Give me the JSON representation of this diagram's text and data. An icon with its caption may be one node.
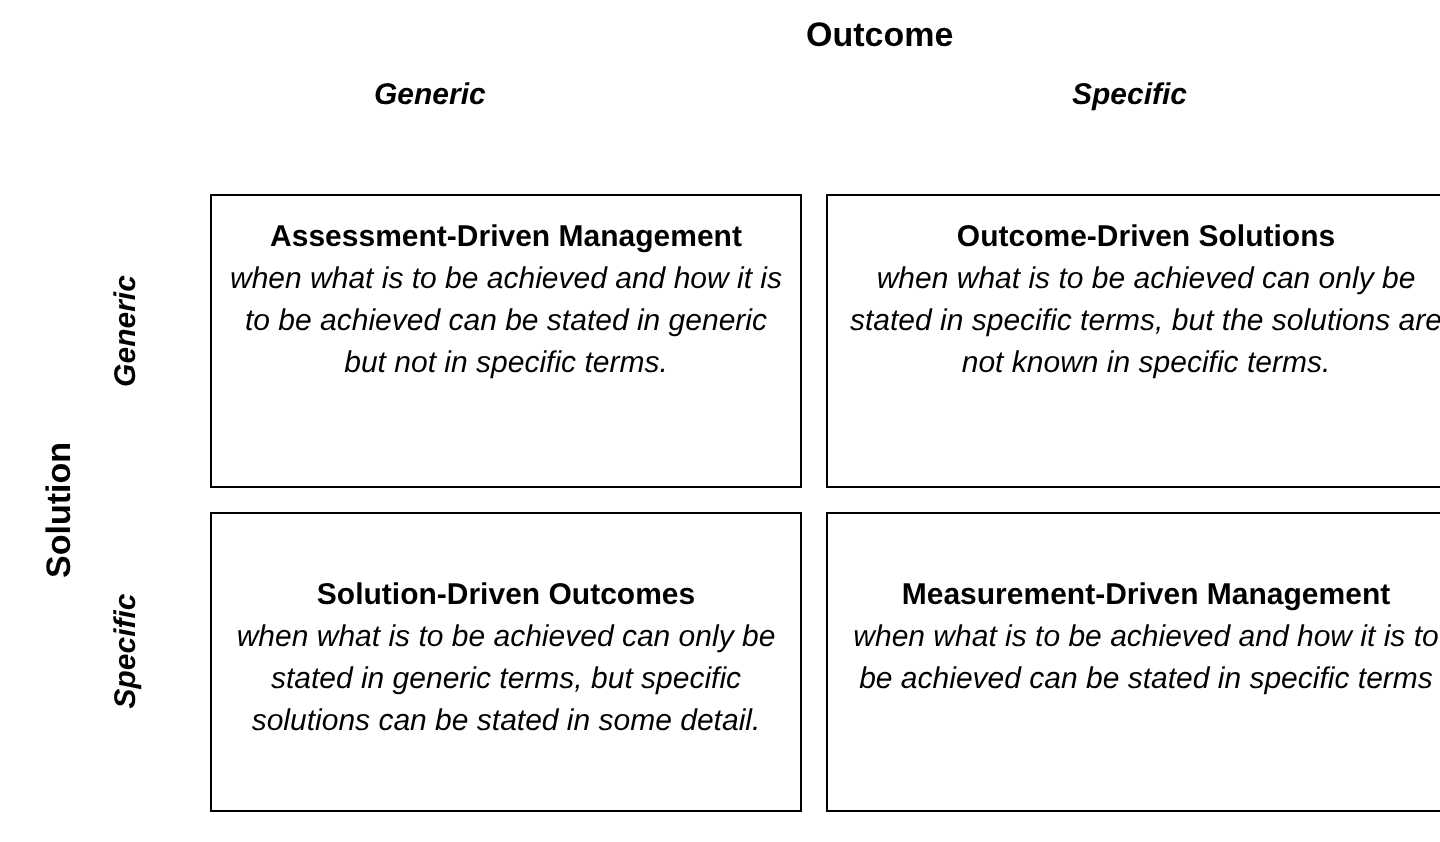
{
  "diagram": {
    "nodes": [
      {
        "text": [
          "Assessment-Driven Management",
          "when what is to be achieved and how it is to be achieved can be stated in generic but not in specific terms."
        ]
      },
      {
        "text": [
          "Outcome-Driven Solutions",
          "when what is to be achieved can only be stated in specific terms, but the solutions are not known in specific terms."
        ]
      },
      {
        "text": [
          "Solution-Driven Outcomes",
          "when what is to be achieved can only be stated in generic terms, but specific solutions can be stated in some detail."
        ]
      },
      {
        "text": [
          "Measurement-Driven Management",
          "when what is to be achieved and how it is to be achieved can be stated in specific terms"
        ]
      }
    ],
    "labels": [
      "Outcome",
      "Generic",
      "Specific",
      "Solution",
      "Generic",
      "Specific"
    ]
  }
}
